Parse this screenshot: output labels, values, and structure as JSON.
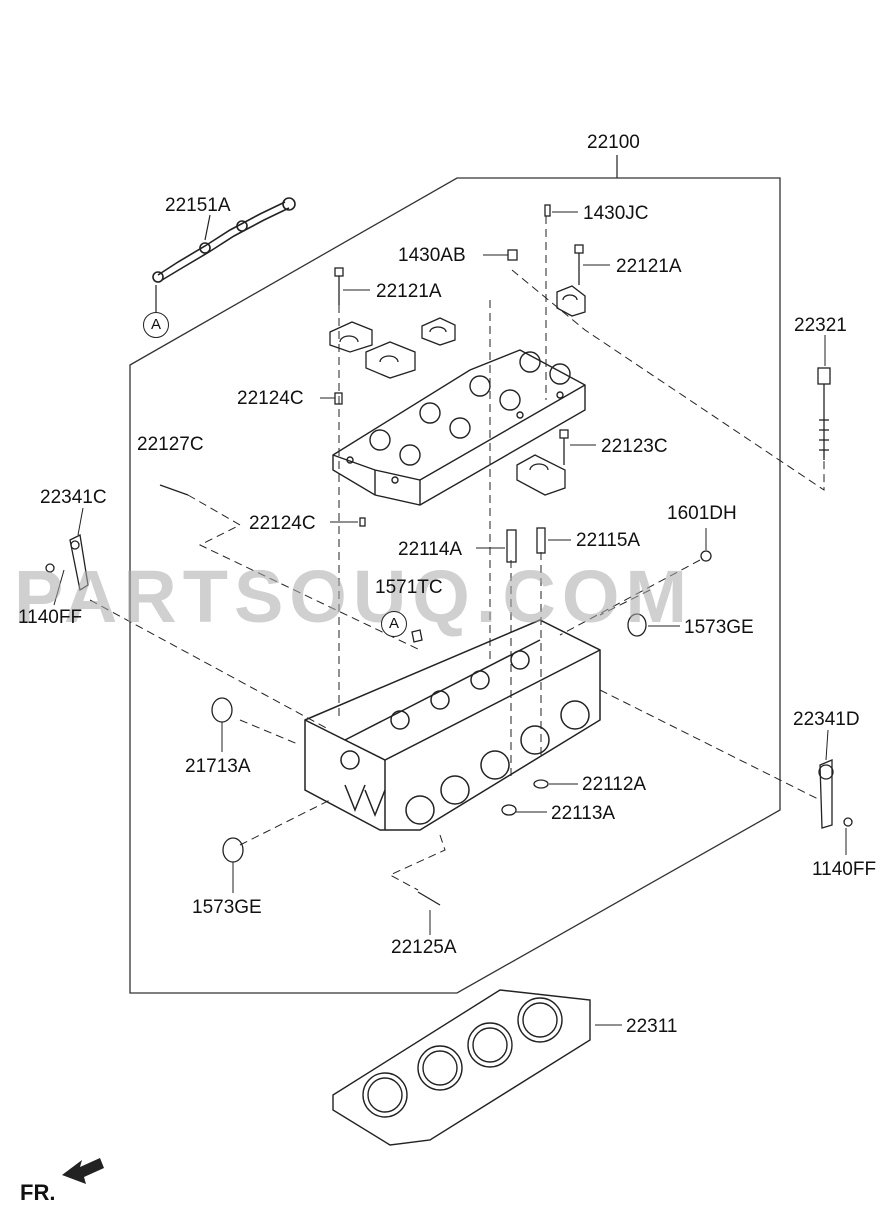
{
  "watermark": "PARTSOUQ.COM",
  "front_marker": "FR.",
  "callouts": {
    "ref_a": "A",
    "ref_a2": "A"
  },
  "labels": {
    "p22100": "22100",
    "p22151A": "22151A",
    "p1430JC": "1430JC",
    "p1430AB": "1430AB",
    "p22121A_r": "22121A",
    "p22121A_l": "22121A",
    "p22321": "22321",
    "p22124C_top": "22124C",
    "p22127C": "22127C",
    "p22123C": "22123C",
    "p22341C": "22341C",
    "p22124C_bot": "22124C",
    "p1601DH": "1601DH",
    "p22114A": "22114A",
    "p22115A": "22115A",
    "p1140FF_l": "1140FF",
    "p1571TC": "1571TC",
    "p1573GE_r": "1573GE",
    "p22341D": "22341D",
    "p21713A": "21713A",
    "p22112A": "22112A",
    "p22113A": "22113A",
    "p1140FF_r": "1140FF",
    "p1573GE_l": "1573GE",
    "p22125A": "22125A",
    "p22311": "22311"
  }
}
